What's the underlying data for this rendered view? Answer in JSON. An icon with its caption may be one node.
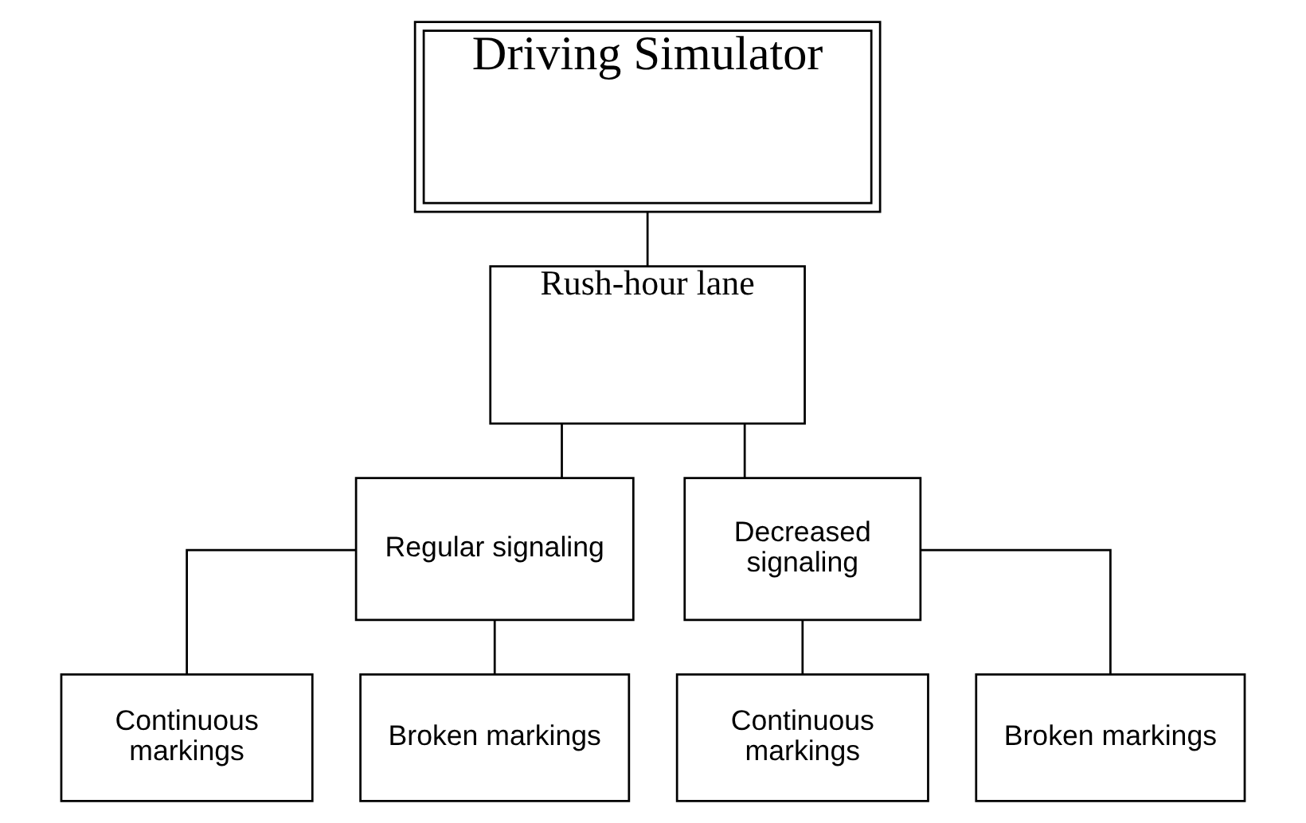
{
  "diagram": {
    "nodes": [
      {
        "text": [
          "Driving Simulator"
        ]
      },
      {
        "text": [
          "Rush-hour lane"
        ]
      },
      {
        "text": [
          "Regular signaling"
        ]
      },
      {
        "text": [
          "Decreased signaling"
        ]
      },
      {
        "text": [
          "Continuous markings"
        ]
      },
      {
        "text": [
          "Broken markings"
        ]
      },
      {
        "text": [
          "Continuous markings"
        ]
      },
      {
        "text": [
          "Broken markings"
        ]
      }
    ],
    "edges": [
      {
        "from": 0,
        "to": 1,
        "arrow": "none"
      },
      {
        "from": 1,
        "to": 2,
        "arrow": "none"
      },
      {
        "from": 1,
        "to": 3,
        "arrow": "none"
      },
      {
        "from": 2,
        "to": 4,
        "arrow": "none"
      },
      {
        "from": 2,
        "to": 5,
        "arrow": "none"
      },
      {
        "from": 3,
        "to": 6,
        "arrow": "none"
      },
      {
        "from": 3,
        "to": 7,
        "arrow": "none"
      }
    ]
  }
}
